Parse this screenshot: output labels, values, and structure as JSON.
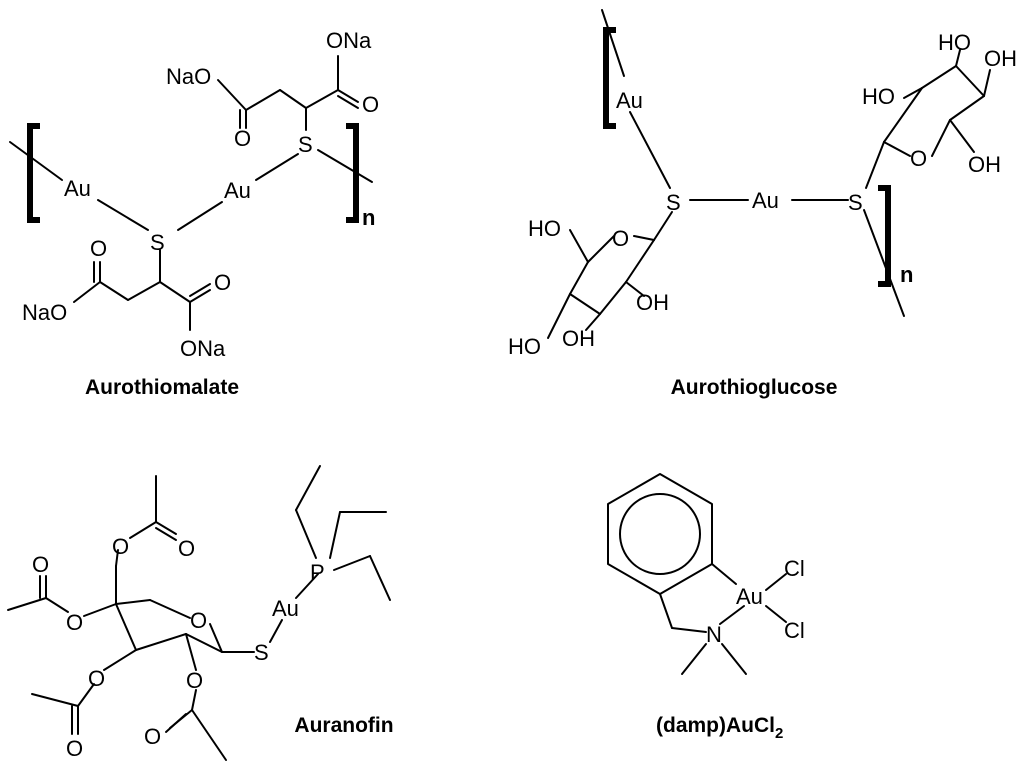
{
  "structures": {
    "aurothiomalate": {
      "caption": "Aurothiomalate",
      "repeat_label": "n",
      "atoms": {
        "au1": "Au",
        "au2": "Au",
        "s1": "S",
        "s2": "S",
        "ona1": "ONa",
        "na2": "NaO",
        "o1": "O",
        "o2": "O",
        "na3": "NaO",
        "ona4": "ONa",
        "o3": "O",
        "o4": "O"
      }
    },
    "aurothioglucose": {
      "caption": "Aurothioglucose",
      "repeat_label": "n",
      "atoms": {
        "au1": "Au",
        "au2": "Au",
        "s1": "S",
        "s2": "S",
        "oh1": "HO",
        "oh2": "OH",
        "oh3": "HO",
        "o_ring1": "O",
        "oh4": "OH",
        "oh5": "HO",
        "o_ring2": "O",
        "oh6": "OH",
        "oh7": "HO",
        "oh8": "OH"
      }
    },
    "auranofin": {
      "caption": "Auranofin",
      "atoms": {
        "p": "P",
        "au": "Au",
        "s": "S",
        "o_ring": "O",
        "o1": "O",
        "o1b": "O",
        "o2": "O",
        "o2b": "O",
        "o3": "O",
        "o3b": "O",
        "o4": "O",
        "o4b": "O"
      }
    },
    "damp_aucl2": {
      "caption_main": "(damp)AuCl",
      "caption_sub": "2",
      "atoms": {
        "au": "Au",
        "cl1": "Cl",
        "cl2": "Cl",
        "n": "N"
      }
    }
  }
}
